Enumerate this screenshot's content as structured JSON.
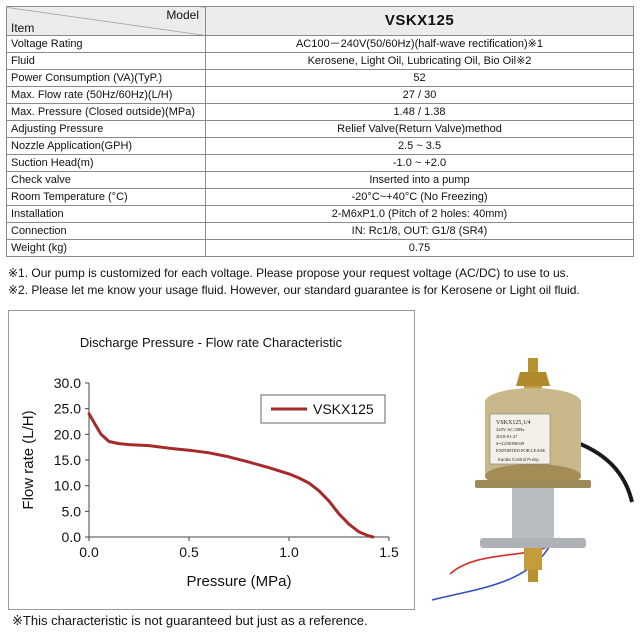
{
  "spec_table": {
    "header_model_label": "Model",
    "header_item_label": "Item",
    "model_name": "VSKX125",
    "rows": [
      {
        "label": "Voltage Rating",
        "value": "AC100－240V(50/60Hz)(half-wave rectification)※1"
      },
      {
        "label": "Fluid",
        "value": "Kerosene, Light Oil, Lubricating Oil, Bio Oil※2"
      },
      {
        "label": "Power Consumption (VA)(TyP.)",
        "value": "52"
      },
      {
        "label": "Max. Flow rate (50Hz/60Hz)(L/H)",
        "value": "27 / 30"
      },
      {
        "label": "Max. Pressure (Closed outside)(MPa)",
        "value": "1.48 / 1.38"
      },
      {
        "label": "Adjusting Pressure",
        "value": "Relief Valve(Return Valve)method"
      },
      {
        "label": "Nozzle Application(GPH)",
        "value": "2.5 ~ 3.5"
      },
      {
        "label": "Suction Head(m)",
        "value": "-1.0 ~ +2.0"
      },
      {
        "label": "Check valve",
        "value": "Inserted into a pump"
      },
      {
        "label": "Room Temperature (°C)",
        "value": "-20°C~+40°C (No Freezing)"
      },
      {
        "label": "Installation",
        "value": "2-M6xP1.0 (Pitch of 2 holes: 40mm)"
      },
      {
        "label": "Connection",
        "value": "IN: Rc1/8,  OUT: G1/8 (SR4)"
      },
      {
        "label": "Weight (kg)",
        "value": "0.75"
      }
    ]
  },
  "notes": [
    "※1. Our pump is customized for each voltage. Please propose your request voltage (AC/DC) to use to us.",
    "※2. Please let me know your usage fluid. However, our standard guarantee is for Kerosene or Light oil fluid."
  ],
  "chart_data": {
    "type": "line",
    "title": "Discharge Pressure - Flow rate Characteristic",
    "xlabel": "Pressure (MPa)",
    "ylabel": "Flow rate (L/H)",
    "xlim": [
      0,
      1.5
    ],
    "ylim": [
      0,
      30
    ],
    "xticks": [
      "0.0",
      "0.5",
      "1.0",
      "1.5"
    ],
    "yticks": [
      "0.0",
      "5.0",
      "10.0",
      "15.0",
      "20.0",
      "25.0",
      "30.0"
    ],
    "grid": false,
    "legend_position": "top-right",
    "series": [
      {
        "name": "VSKX125",
        "color": "#a52a2a",
        "x": [
          0.0,
          0.03,
          0.06,
          0.1,
          0.15,
          0.2,
          0.3,
          0.4,
          0.5,
          0.6,
          0.7,
          0.8,
          0.9,
          1.0,
          1.05,
          1.1,
          1.15,
          1.2,
          1.25,
          1.3,
          1.35,
          1.4,
          1.42
        ],
        "y": [
          24.0,
          22.0,
          20.0,
          18.6,
          18.2,
          18.0,
          17.8,
          17.3,
          16.9,
          16.4,
          15.6,
          14.6,
          13.5,
          12.3,
          11.5,
          10.5,
          9.0,
          7.0,
          4.5,
          2.5,
          1.0,
          0.2,
          0.0
        ]
      }
    ]
  },
  "footnote": "※This characteristic is not guaranteed but just as a reference.",
  "photo": {
    "label_lines": [
      "VSKX125,1/4",
      "220V AC,50Hz",
      "2018-01-27",
      "S=2218000049",
      "EXPORTED FOR LEASE"
    ],
    "brand": "Kanda Control Pump",
    "body_color": "#c9b98a",
    "wire_colors": [
      "#1a1a1a",
      "#d03030",
      "#3050c0"
    ]
  }
}
